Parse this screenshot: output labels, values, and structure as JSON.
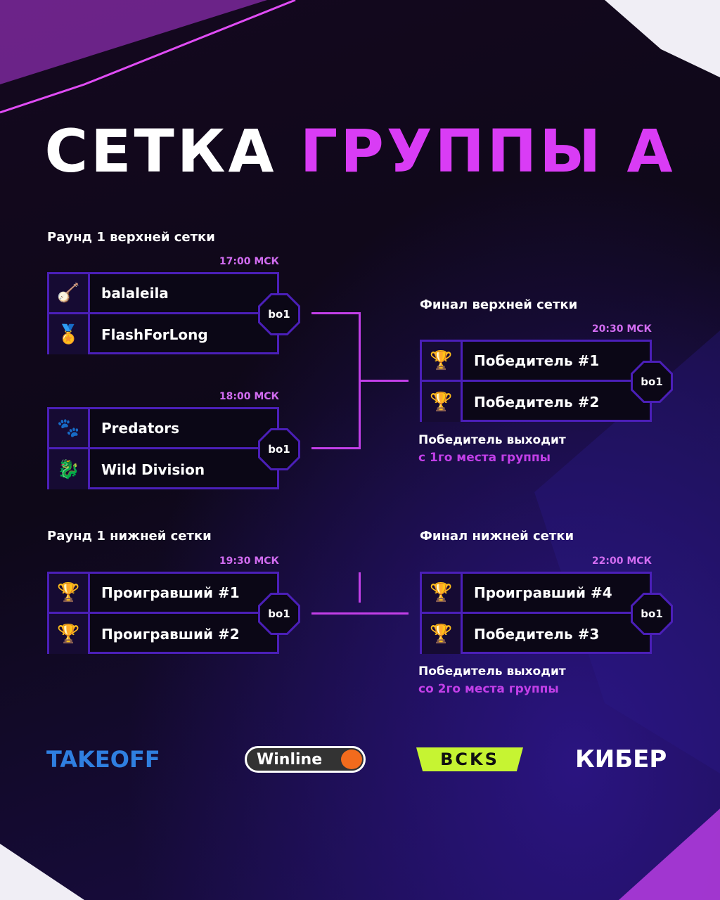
{
  "title": {
    "part1": "СЕТКА",
    "part2": "ГРУППЫ А"
  },
  "colors": {
    "accent": "#d93cf5",
    "border": "#4b1fb8"
  },
  "upper_round1": {
    "label": "Раунд 1 верхней сетки",
    "matches": [
      {
        "time": "17:00 МСК",
        "format": "bo1",
        "teams": [
          {
            "name": "balaleila",
            "icon": "balalaika-logo-icon"
          },
          {
            "name": "FlashForLong",
            "icon": "wings-logo-icon"
          }
        ]
      },
      {
        "time": "18:00 МСК",
        "format": "bo1",
        "teams": [
          {
            "name": "Predators",
            "icon": "predator-logo-icon"
          },
          {
            "name": "Wild Division",
            "icon": "dragon-logo-icon"
          }
        ]
      }
    ]
  },
  "upper_final": {
    "label": "Финал верхней сетки",
    "time": "20:30 МСК",
    "format": "bo1",
    "teams": [
      {
        "name": "Победитель #1",
        "icon": "trophy-icon"
      },
      {
        "name": "Победитель #2",
        "icon": "trophy-icon"
      }
    ],
    "note1": "Победитель выходит",
    "note2": "с 1го места группы"
  },
  "lower_round1": {
    "label": "Раунд 1 нижней сетки",
    "time": "19:30 МСК",
    "format": "bo1",
    "teams": [
      {
        "name": "Проигравший #1",
        "icon": "trophy-icon"
      },
      {
        "name": "Проигравший #2",
        "icon": "trophy-icon"
      }
    ]
  },
  "lower_final": {
    "label": "Финал нижней сетки",
    "time": "22:00 МСК",
    "format": "bo1",
    "teams": [
      {
        "name": "Проигравший #4",
        "icon": "trophy-icon"
      },
      {
        "name": "Победитель #3",
        "icon": "trophy-icon"
      }
    ],
    "note1": "Победитель выходит",
    "note2": "со 2го места группы"
  },
  "sponsors": [
    "TAKEOFF",
    "Winline",
    "BCKS",
    "КИБЕР"
  ]
}
